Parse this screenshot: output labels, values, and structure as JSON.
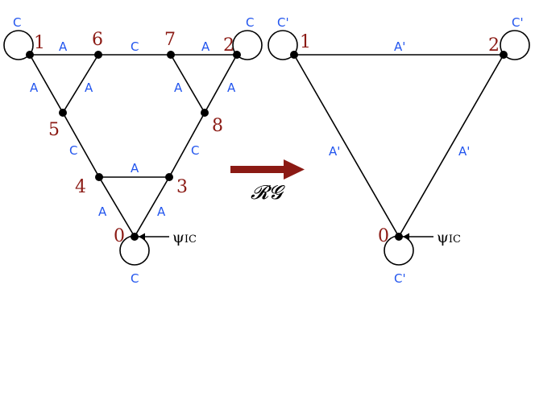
{
  "left_graph": {
    "node_labels": [
      "1",
      "6",
      "7",
      "2",
      "5",
      "8",
      "4",
      "3",
      "0"
    ],
    "edge_labels": {
      "e_1_6": "A",
      "e_6_7": "C",
      "e_7_2": "A",
      "e_1_5": "A",
      "e_6_5": "A",
      "e_7_8": "A",
      "e_2_8": "A",
      "e_5_4": "C",
      "e_8_3": "C",
      "e_4_3": "A",
      "e_4_0": "A",
      "e_3_0": "A"
    },
    "loop_labels": {
      "loop_1": "C",
      "loop_2": "C",
      "loop_0": "C"
    },
    "input_label": "ψ",
    "input_sub": "IC"
  },
  "transform_label": "𝓡𝓖",
  "right_graph": {
    "node_labels": [
      "1",
      "2",
      "0"
    ],
    "edge_labels": {
      "e_1_2": "A'",
      "e_1_0": "A'",
      "e_2_0": "A'"
    },
    "loop_labels": {
      "loop_1": "C'",
      "loop_2": "C'",
      "loop_0": "C'"
    },
    "input_label": "ψ",
    "input_sub": "IC"
  },
  "colors": {
    "node": "#000000",
    "node_label": "#8b1a14",
    "edge_label": "#2255ee",
    "arrow": "#8b1a14"
  }
}
